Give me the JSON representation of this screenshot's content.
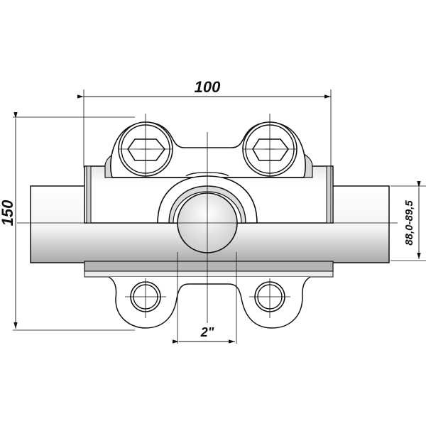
{
  "drawing": {
    "subject": "pipe repair clamp / tapping saddle, front view",
    "dimensions": {
      "width": "100",
      "height": "150",
      "pipe_od_range": "88,0-89,5",
      "outlet": "2\""
    },
    "colors": {
      "line": "#111111",
      "fill": "#ffffff",
      "shade": "#bdbdbd"
    }
  }
}
